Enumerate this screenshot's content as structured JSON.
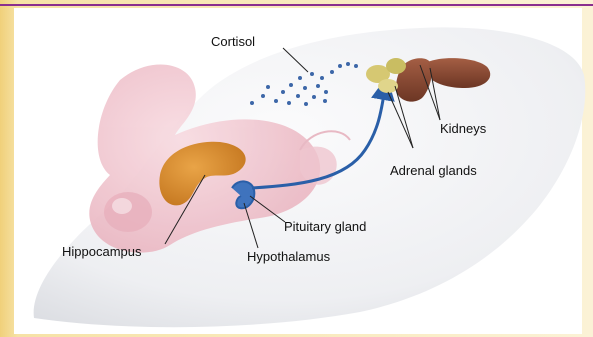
{
  "labels": {
    "cortisol": "Cortisol",
    "kidneys": "Kidneys",
    "adrenal_glands": "Adrenal glands",
    "pituitary_gland": "Pituitary gland",
    "hippocampus": "Hippocampus",
    "hypothalamus": "Hypothalamus"
  },
  "colors": {
    "frame_border": "#8a2e8e",
    "body_fill": "#eeeff2",
    "head_pink": "#f2c8d0",
    "hippocampus": "#d78a2c",
    "kidney": "#8a4a34",
    "adrenal": "#d6c872",
    "pathway": "#2a5fa8",
    "cortisol_dots": "#3d67a8"
  }
}
